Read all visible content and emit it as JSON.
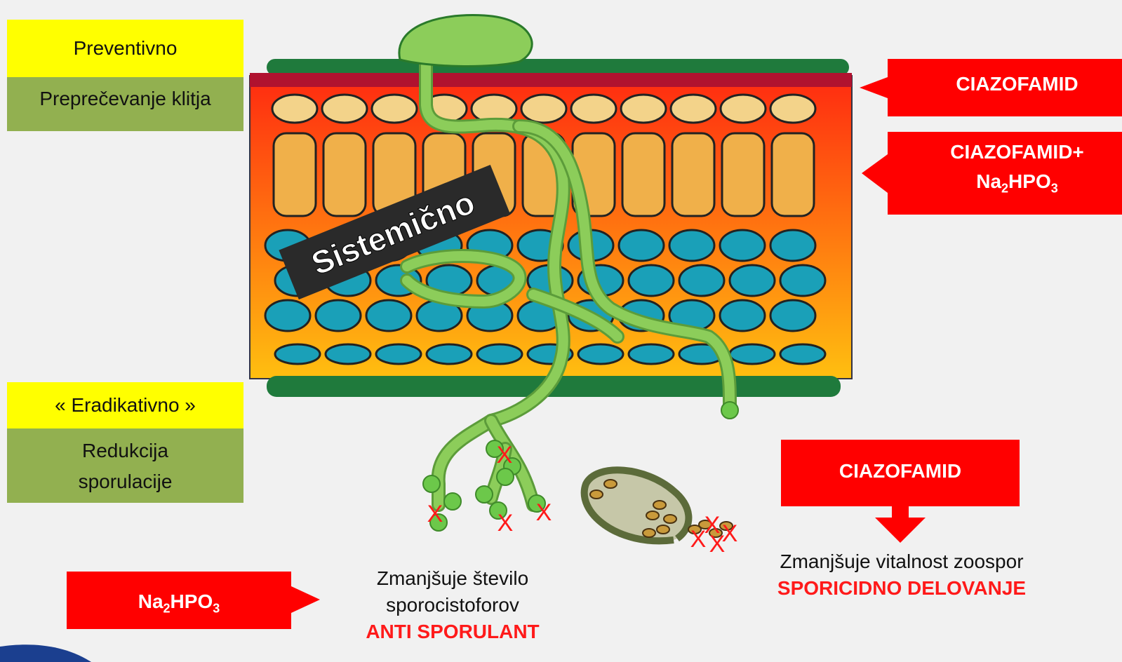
{
  "left_panels": {
    "preventive": {
      "title": "Preventivno",
      "desc": "Preprečevanje klitja"
    },
    "eradicative": {
      "title": "« Eradikativno »",
      "desc_line1": "Redukcija",
      "desc_line2": "sporulacije"
    }
  },
  "right_labels": {
    "top": "CIAZOFAMID",
    "middle_line1": "CIAZOFAMID+",
    "middle_formula": "Na",
    "middle_sub1": "2",
    "middle_formula2": "HPO",
    "middle_sub2": "3",
    "lower": "CIAZOFAMID"
  },
  "bottom_label": {
    "formula": "Na",
    "sub1": "2",
    "formula2": "HPO",
    "sub2": "3"
  },
  "diagram": {
    "banner": "Sistemično",
    "mark": "X"
  },
  "captions": {
    "sporulation_line1": "Zmanjšuje število",
    "sporulation_line2": "sporocistoforov",
    "sporulation_emph": "ANTI SPORULANT",
    "zoospore_line1": "Zmanjšuje vitalnost zoospor",
    "zoospore_emph": "SPORICIDNO DELOVANJE"
  },
  "colors": {
    "leaf_gradient_top": "#ff2a10",
    "leaf_gradient_bottom": "#ffbf10",
    "epidermis": "#1f7a3c",
    "cuticle": "#b0122f",
    "palisade": "#f0b04a",
    "mesophyll": "#1aa0b8",
    "hyphae": "#8ccd5a",
    "mark_red": "#ff1a1a"
  }
}
